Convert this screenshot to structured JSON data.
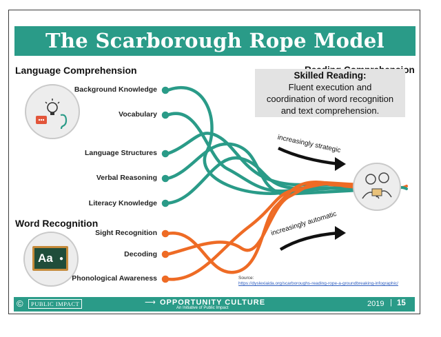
{
  "title": "The Scarborough Rope Model",
  "language_comprehension": {
    "heading": "Language Comprehension",
    "strands": [
      "Background Knowledge",
      "Vocabulary",
      "Language Structures",
      "Verbal Reasoning",
      "Literacy Knowledge"
    ]
  },
  "word_recognition": {
    "heading": "Word Recognition",
    "strands": [
      "Sight Recognition",
      "Decoding",
      "Phonological Awareness"
    ],
    "icon_text": "Aa"
  },
  "reading_comprehension": {
    "heading": "Reading Comprehension",
    "skilled_title": "Skilled Reading:",
    "skilled_lines": [
      "Fluent execution and",
      "coordination of word recognition",
      "and text comprehension."
    ]
  },
  "arrows": {
    "top": "increasingly strategic",
    "bottom": "increasingly automatic"
  },
  "source": {
    "label": "Source:",
    "link": "https://dyslexiaida.org/scarboroughs-reading-rope-a-groundbreaking-infographic/"
  },
  "footer": {
    "copyright": "©",
    "org": "PUBLIC IMPACT",
    "brand": "OPPORTUNITY CULTURE",
    "tagline": "An Initiative of Public Impact",
    "year": "2019",
    "page": "15"
  },
  "colors": {
    "teal": "#2a9b88",
    "orange": "#ee6b25",
    "gray_box": "#e3e3e3"
  }
}
